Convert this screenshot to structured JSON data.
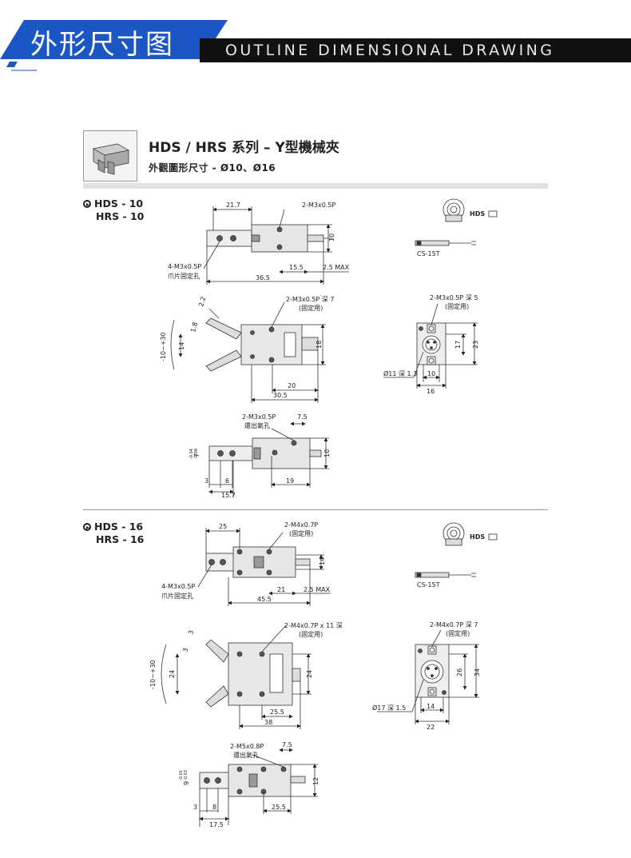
{
  "header": {
    "title_cn": "外形尺寸图",
    "title_en": "OUTLINE DIMENSIONAL DRAWING"
  },
  "product": {
    "title": "HDS / HRS 系列 – Y型機械夾",
    "subtitle": "外觀圖形尺寸 - Ø10、Ø16"
  },
  "section10": {
    "label_line1": "HDS - 10",
    "label_line2": "HRS - 10",
    "top_view": {
      "d1": "21.7",
      "d2": "2-M3x0.5P",
      "d3": "10",
      "d4": "15.5",
      "d5": "2.5 MAX",
      "d6": "36.5",
      "note1": "4-M3x0.5P",
      "note2": "爪片固定孔"
    },
    "open_view": {
      "a1": "2.2",
      "a2": "1.8",
      "a3": "-10~+30",
      "a4": "14",
      "a5": "2-M3x0.5P 深 7",
      "a6": "(固定用)",
      "a7": "18",
      "a8": "20",
      "a9": "30.5"
    },
    "side_view": {
      "s1": "2-M3x0.5P",
      "s2": "還出氣孔",
      "s3": "7.5",
      "s4": "7",
      "s5": "-0.04\n-0.08",
      "s6": "10",
      "s7": "3",
      "s8": "6",
      "s9": "19",
      "s10": "15.7"
    },
    "end_view": {
      "e1": "2-M3x0.5P 深 5",
      "e2": "(固定用)",
      "e3": "17",
      "e4": "23",
      "e5": "Ø11 深 1.3",
      "e6": "10",
      "e7": "16"
    },
    "sensor": {
      "model": "HDS",
      "cable": "CS-15T"
    }
  },
  "section16": {
    "label_line1": "HDS - 16",
    "label_line2": "HRS - 16",
    "top_view": {
      "d1": "25",
      "d2": "2-M4x0.7P",
      "d2b": "(固定用)",
      "d3": "14",
      "d4": "21",
      "d5": "2.5 MAX",
      "d6": "45.5",
      "note1": "4-M3x0.5P",
      "note2": "爪片固定孔"
    },
    "open_view": {
      "a1": "3",
      "a2": "3",
      "a3": "-10~+30",
      "a4": "24",
      "a5": "2-M4x0.7P x 11 深",
      "a6": "(固定用)",
      "a7": "24",
      "a8": "25.5",
      "a9": "38"
    },
    "side_view": {
      "s1": "2-M5x0.8P",
      "s2": "還出氣孔",
      "s3": "7.5",
      "s4": "9",
      "s5": "-0.01\n-0.03",
      "s6": "12",
      "s7": "3",
      "s8": "8",
      "s9": "25.5",
      "s10": "17.5"
    },
    "end_view": {
      "e1": "2-M4x0.7P 深 7",
      "e2": "(固定用)",
      "e3": "26",
      "e4": "34",
      "e5": "Ø17 深 1.5",
      "e6": "14",
      "e7": "22"
    },
    "sensor": {
      "model": "HDS",
      "cable": "CS-15T"
    }
  },
  "colors": {
    "banner_blue": "#1a56c4",
    "banner_dark": "#111111",
    "rule_gray": "#e1e1e1"
  }
}
